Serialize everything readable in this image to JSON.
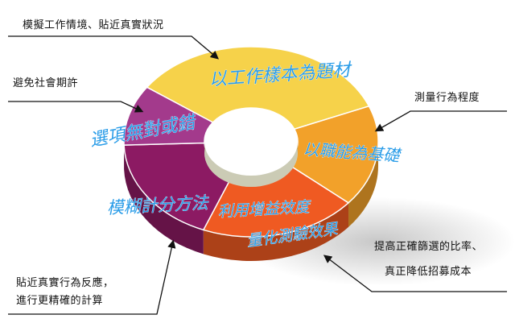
{
  "diagram": {
    "segments": [
      {
        "label": "以工作樣本為題材",
        "color": "#f6d24a"
      },
      {
        "label": "以職能為基礎",
        "color": "#f2a12a"
      },
      {
        "label": "利用增益效度",
        "label2": "量化測驗效果",
        "color": "#ef5a22"
      },
      {
        "label": "模糊計分方法",
        "color": "#8c1a63"
      },
      {
        "label": "選項無對或錯",
        "color": "#a33a8c"
      }
    ],
    "callouts": [
      {
        "text": "模擬工作情境、貼近真實狀況"
      },
      {
        "text": "避免社會期許"
      },
      {
        "text": "測量行為程度"
      },
      {
        "text": "提高正確篩選的比率、"
      },
      {
        "text": "真正降低招募成本"
      },
      {
        "text": "貼近真實行為反應，"
      },
      {
        "text": "進行更精確的計算"
      }
    ]
  }
}
